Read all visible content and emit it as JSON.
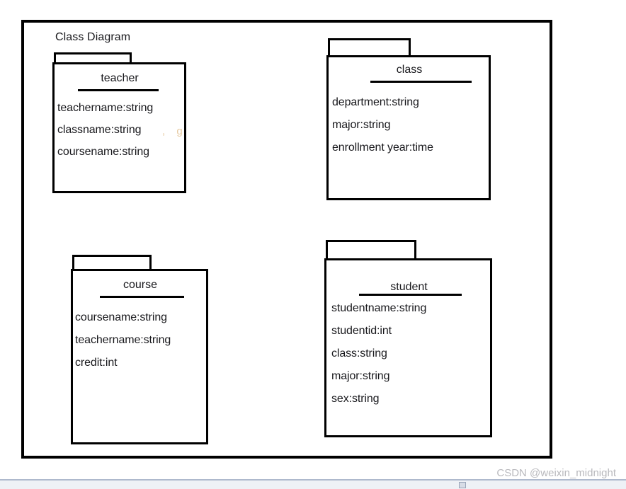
{
  "diagram": {
    "title": "Class Diagram",
    "stroke_color": "#000000",
    "background_color": "#ffffff",
    "text_color": "#18181c"
  },
  "packages": [
    {
      "id": "teacher",
      "name": "teacher",
      "attributes": [
        "teachername:string",
        "classname:string",
        "coursename:string"
      ],
      "artifact_text": ", g"
    },
    {
      "id": "class",
      "name": "class",
      "attributes": [
        "department:string",
        "major:string",
        "enrollment year:time"
      ]
    },
    {
      "id": "course",
      "name": "course",
      "attributes": [
        "coursename:string",
        "teachername:string",
        "credit:int"
      ]
    },
    {
      "id": "student",
      "name": "student",
      "attributes": [
        "studentname:string",
        "studentid:int",
        "class:string",
        "major:string",
        "sex:string"
      ]
    }
  ],
  "watermark": {
    "text": "CSDN @weixin_midnight",
    "color": "#b9b9bd"
  }
}
